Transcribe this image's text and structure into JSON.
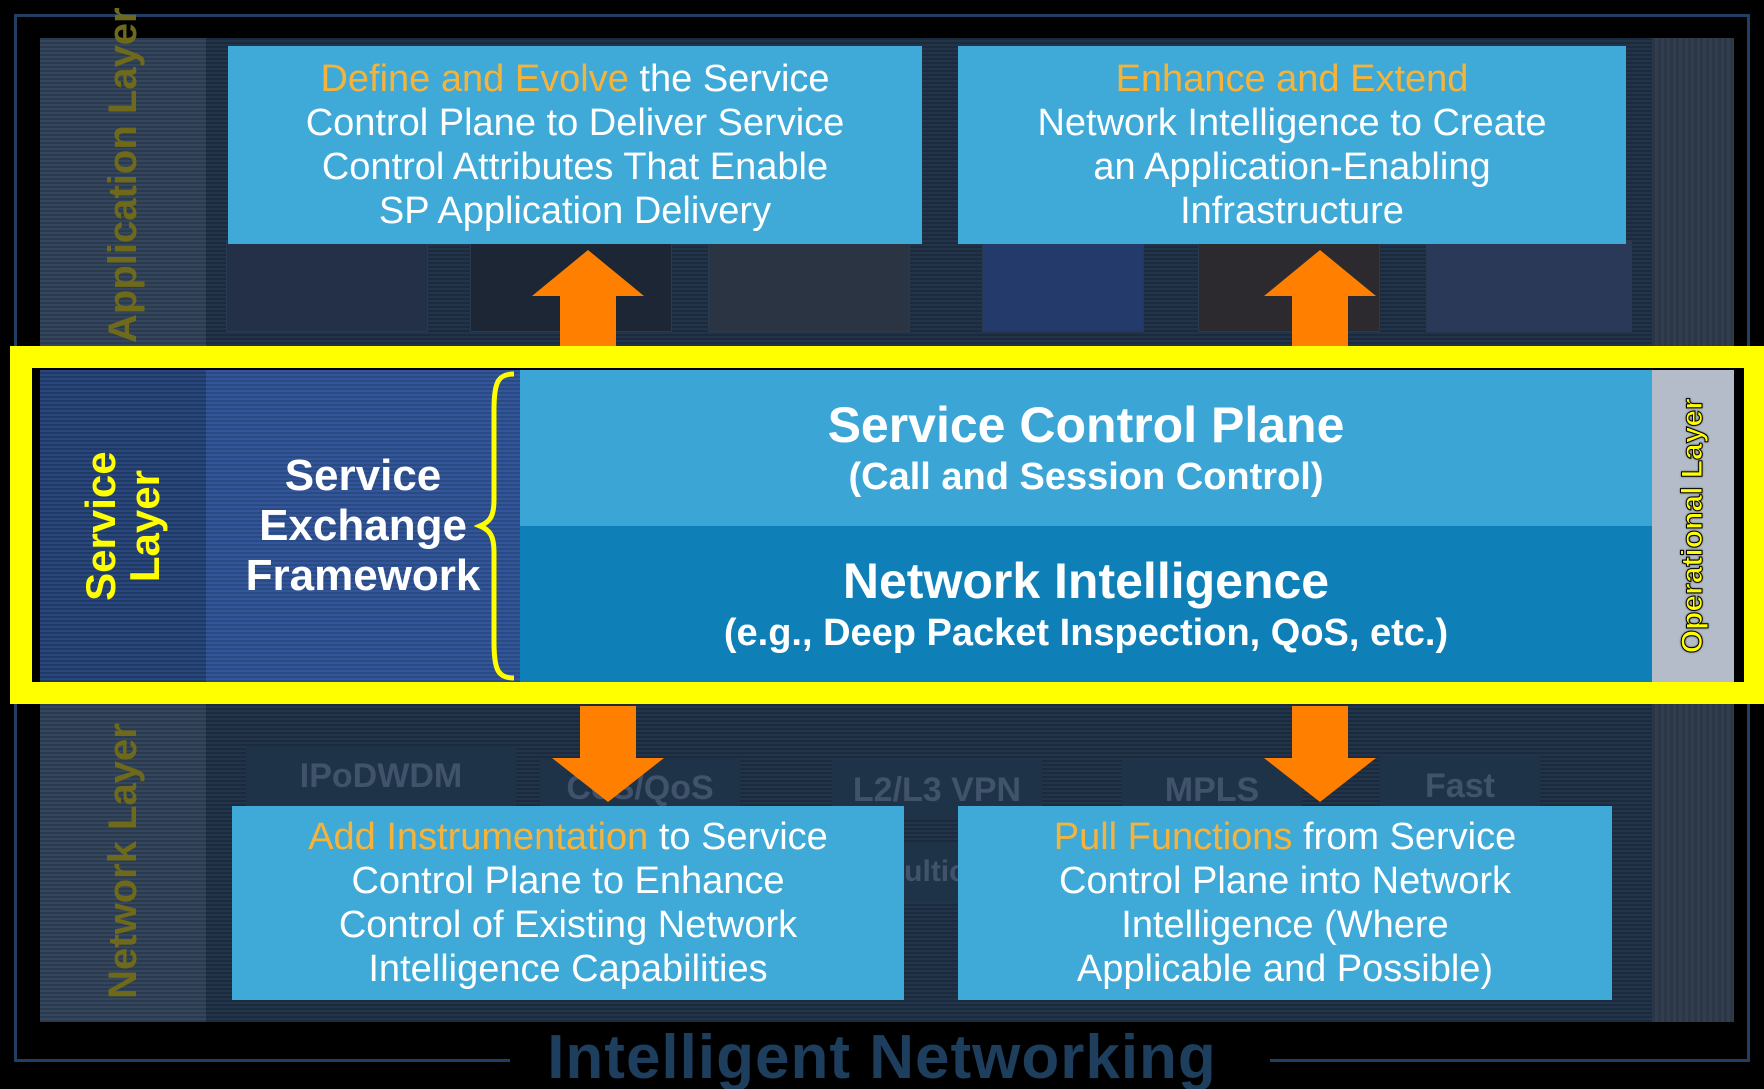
{
  "layers": {
    "application": "Application Layer",
    "service": "Service Layer",
    "network": "Network Layer",
    "operational": "Operational Layer"
  },
  "service_exchange_framework": "Service Exchange Framework",
  "service_control_plane": {
    "title": "Service Control Plane",
    "subtitle": "(Call and Session Control)"
  },
  "network_intelligence": {
    "title": "Network Intelligence",
    "subtitle": "(e.g., Deep Packet Inspection, QoS, etc.)"
  },
  "boxes": {
    "top_left": {
      "highlight": "Define and Evolve",
      "rest_line1": " the Service",
      "line2": "Control Plane to Deliver Service",
      "line3": "Control Attributes That Enable",
      "line4": "SP Application Delivery"
    },
    "top_right": {
      "highlight": "Enhance and Extend",
      "line2": "Network Intelligence to Create",
      "line3": "an Application-Enabling",
      "line4": "Infrastructure"
    },
    "bottom_left": {
      "highlight": "Add Instrumentation",
      "rest_line1": " to Service",
      "line2": "Control Plane to Enhance",
      "line3": "Control of Existing Network",
      "line4": "Intelligence Capabilities"
    },
    "bottom_right": {
      "highlight": "Pull Functions",
      "rest_line1": " from Service",
      "line2": "Control Plane into Network",
      "line3": "Intelligence (Where",
      "line4": "Applicable and Possible)"
    }
  },
  "network_chips": [
    "IPoDWDM",
    "CoS/QoS",
    "L2/L3 VPN",
    "MPLS",
    "Fast",
    "ultic"
  ],
  "footer": "Intelligent Networking",
  "colors": {
    "highlight": "#f4b43b",
    "box_blue": "#3fa9d8",
    "ni_blue": "#0f7fb7",
    "frame_yellow": "#ffff00",
    "arrow_orange": "#ff7f00"
  }
}
